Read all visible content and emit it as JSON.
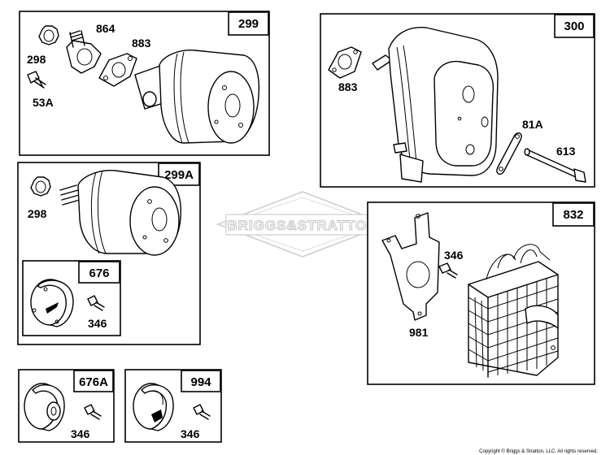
{
  "panels": [
    {
      "id": "299",
      "labels": {
        "a": "298",
        "b": "864",
        "c": "883",
        "d": "53A"
      }
    },
    {
      "id": "300",
      "labels": {
        "a": "883",
        "b": "81A",
        "c": "613"
      }
    },
    {
      "id": "299A",
      "labels": {
        "a": "298"
      }
    },
    {
      "id": "676",
      "labels": {
        "a": "346"
      }
    },
    {
      "id": "832",
      "labels": {
        "a": "346",
        "b": "981"
      }
    },
    {
      "id": "676A",
      "labels": {
        "a": "346"
      }
    },
    {
      "id": "994",
      "labels": {
        "a": "346"
      }
    }
  ],
  "watermark": "BRIGGS&STRATTON",
  "copyright": "Copyright © Briggs & Stratton, LLC. All rights reserved."
}
